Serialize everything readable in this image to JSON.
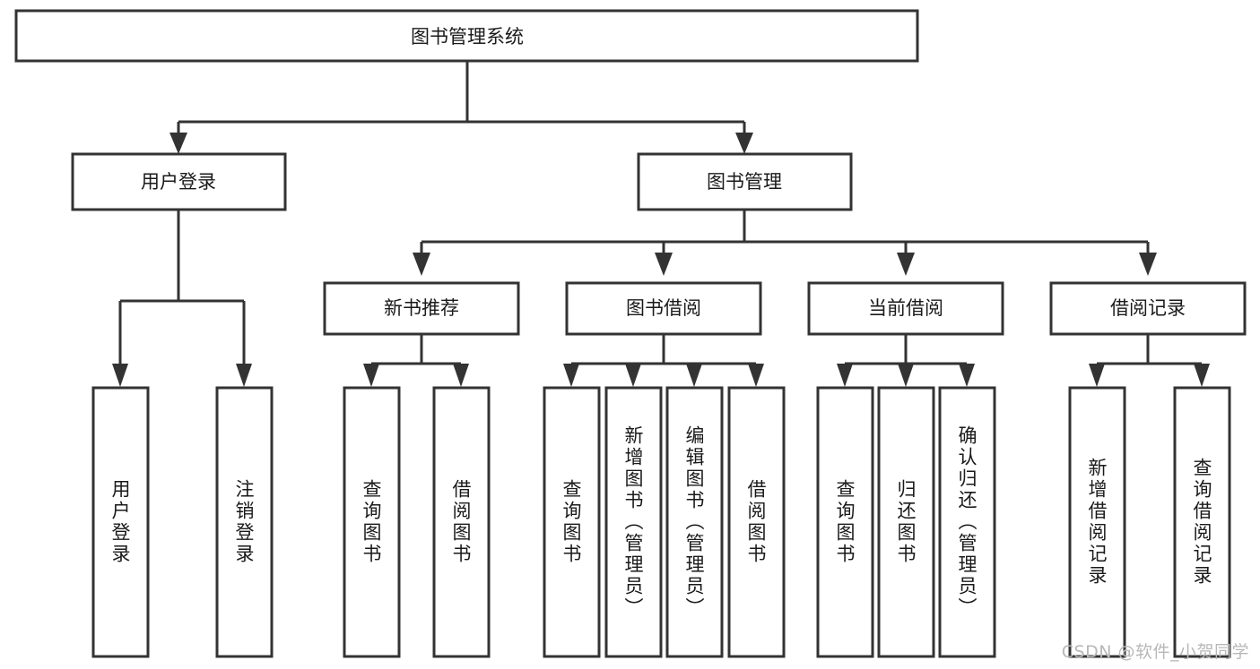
{
  "diagram": {
    "type": "tree-hierarchy-chart",
    "title": "图书管理系统",
    "orientation": "top-down",
    "colors": {
      "stroke": "#333333",
      "fill": "#ffffff",
      "text": "#1a1a1a",
      "watermark": "#b8b8b8",
      "background": "#ffffff"
    },
    "levels": [
      {
        "level": 1,
        "nodes": [
          {
            "id": "root",
            "label": "图书管理系统",
            "orientation": "horizontal"
          }
        ]
      },
      {
        "level": 2,
        "nodes": [
          {
            "id": "user-login",
            "label": "用户登录",
            "orientation": "horizontal",
            "parent": "root"
          },
          {
            "id": "book-mgmt",
            "label": "图书管理",
            "orientation": "horizontal",
            "parent": "root"
          }
        ]
      },
      {
        "level": 3,
        "nodes": [
          {
            "id": "new-book-rec",
            "label": "新书推荐",
            "orientation": "horizontal",
            "parent": "book-mgmt"
          },
          {
            "id": "book-borrow",
            "label": "图书借阅",
            "orientation": "horizontal",
            "parent": "book-mgmt"
          },
          {
            "id": "current-borrow",
            "label": "当前借阅",
            "orientation": "horizontal",
            "parent": "book-mgmt"
          },
          {
            "id": "borrow-record",
            "label": "借阅记录",
            "orientation": "horizontal",
            "parent": "book-mgmt"
          }
        ]
      },
      {
        "level": 4,
        "nodes": [
          {
            "id": "leaf-user-login",
            "label": "用户登录",
            "orientation": "vertical",
            "parent": "user-login"
          },
          {
            "id": "leaf-logout",
            "label": "注销登录",
            "orientation": "vertical",
            "parent": "user-login"
          },
          {
            "id": "leaf-query-book-1",
            "label": "查询图书",
            "orientation": "vertical",
            "parent": "new-book-rec"
          },
          {
            "id": "leaf-borrow-book-1",
            "label": "借阅图书",
            "orientation": "vertical",
            "parent": "new-book-rec"
          },
          {
            "id": "leaf-query-book-2",
            "label": "查询图书",
            "orientation": "vertical",
            "parent": "book-borrow"
          },
          {
            "id": "leaf-add-book",
            "label": "新增图书（管理员）",
            "orientation": "vertical",
            "parent": "book-borrow"
          },
          {
            "id": "leaf-edit-book",
            "label": "编辑图书（管理员）",
            "orientation": "vertical",
            "parent": "book-borrow"
          },
          {
            "id": "leaf-borrow-book-2",
            "label": "借阅图书",
            "orientation": "vertical",
            "parent": "book-borrow"
          },
          {
            "id": "leaf-query-book-3",
            "label": "查询图书",
            "orientation": "vertical",
            "parent": "current-borrow"
          },
          {
            "id": "leaf-return-book",
            "label": "归还图书",
            "orientation": "vertical",
            "parent": "current-borrow"
          },
          {
            "id": "leaf-confirm-return",
            "label": "确认归还（管理员）",
            "orientation": "vertical",
            "parent": "current-borrow"
          },
          {
            "id": "leaf-add-record",
            "label": "新增借阅记录",
            "orientation": "vertical",
            "parent": "borrow-record"
          },
          {
            "id": "leaf-query-record",
            "label": "查询借阅记录",
            "orientation": "vertical",
            "parent": "borrow-record"
          }
        ]
      }
    ]
  },
  "watermark": {
    "text": "CSDN @软件_小贺同学"
  }
}
